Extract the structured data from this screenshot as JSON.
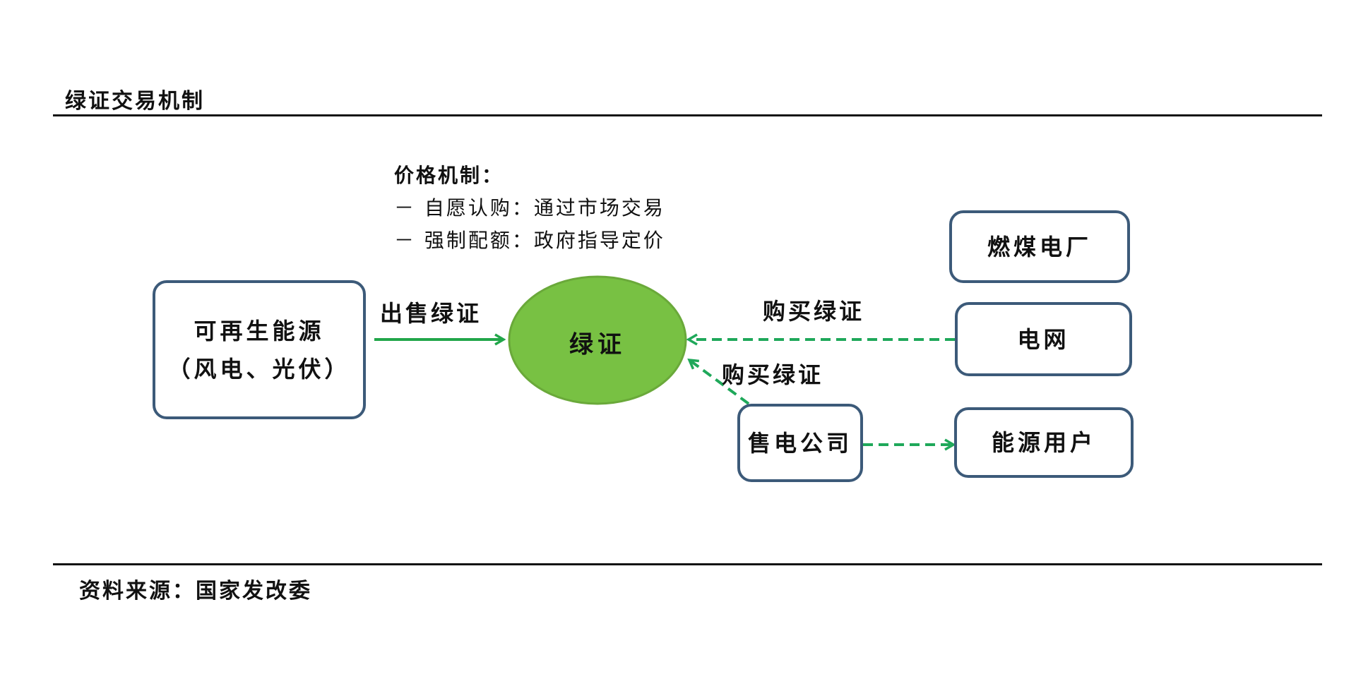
{
  "title": "绿证交易机制",
  "price_mechanism": {
    "heading": "价格机制：",
    "items": [
      "－ 自愿认购：通过市场交易",
      "－ 强制配额：政府指导定价"
    ]
  },
  "nodes": {
    "renewable": {
      "line1": "可再生能源",
      "line2": "（风电、光伏）"
    },
    "certificate": "绿证",
    "coal_plant": "燃煤电厂",
    "grid": "电网",
    "retail_company": "售电公司",
    "energy_user": "能源用户"
  },
  "edges": {
    "sell_certificate": "出售绿证",
    "grid_buy_certificate": "购买绿证",
    "retail_buy_certificate": "购买绿证"
  },
  "colors": {
    "solid_green": "#22a64a",
    "dashed_green": "#1fa85a",
    "circle_fill": "#78c143",
    "box_border": "#3c5a79"
  },
  "source": "资料来源：国家发改委"
}
